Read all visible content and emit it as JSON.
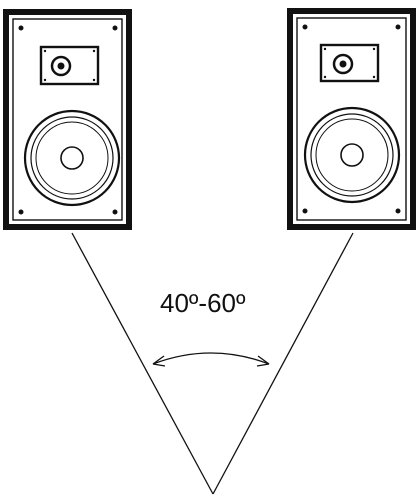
{
  "diagram": {
    "angle_label": "40º-60º",
    "colors": {
      "ink": "#111111",
      "speaker_face": "#ffffff",
      "background": "#ffffff"
    },
    "icons": [
      "speaker-left",
      "speaker-right",
      "angle-arrow"
    ]
  }
}
